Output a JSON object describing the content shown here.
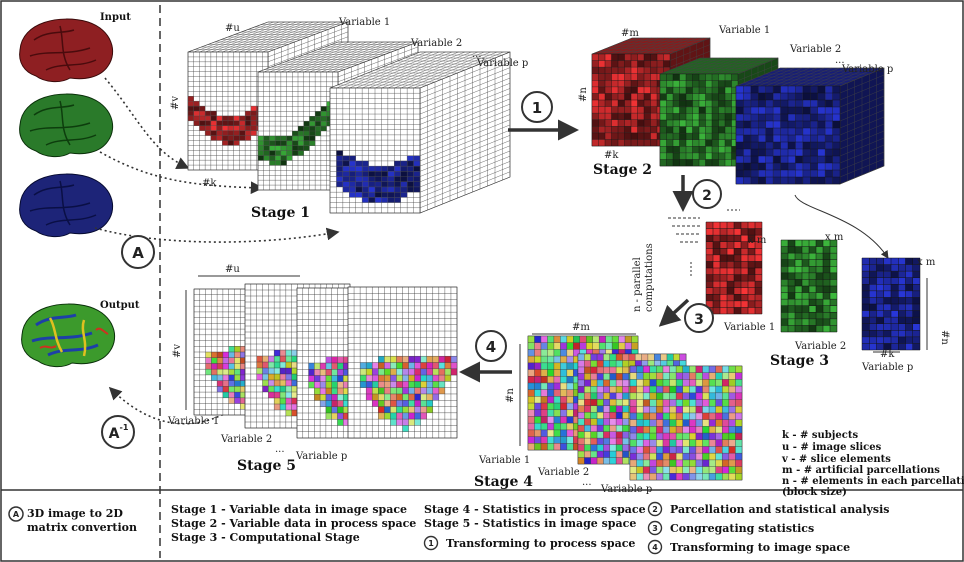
{
  "labels": {
    "input": "Input",
    "output": "Output",
    "u": "#u",
    "v": "#v",
    "k": "#k",
    "m": "#m",
    "n": "#n",
    "xm": "x m",
    "var1": "Variable 1",
    "var2": "Variable 2",
    "varp": "Variable p",
    "dots": "...",
    "parallel1": "n - parallel",
    "parallel2": "computations"
  },
  "stages": {
    "s1": "Stage 1",
    "s2": "Stage 2",
    "s3": "Stage 3",
    "s4": "Stage 4",
    "s5": "Stage 5"
  },
  "steps": {
    "one": "1",
    "two": "2",
    "three": "3",
    "four": "4",
    "a": "A",
    "ainv_main": "A",
    "ainv_sup": "-1"
  },
  "legend": {
    "k": "k - # subjects",
    "u": "u - # image slices",
    "v": "v - # slice elements",
    "m": "m - # artificial parcellations",
    "n": "n - # elements in each parcellation",
    "block": "(block size)"
  },
  "footer": {
    "a_text_1": "3D image to 2D",
    "a_text_2": "matrix convertion",
    "stage1": "Stage 1 - Variable data in image space",
    "stage2": "Stage 2 - Variable data in process space",
    "stage3": "Stage 3 - Computational Stage",
    "stage4": "Stage 4 - Statistics in process space",
    "stage5": "Stage 5 - Statistics in image space",
    "step1": "Transforming to process space",
    "step2": "Parcellation and statistical analysis",
    "step3": "Congregating statistics",
    "step4": "Transforming to image space"
  },
  "colors": {
    "red": "#c0282a",
    "green": "#2f8f2f",
    "blue": "#1f2aa8",
    "text": "#111111"
  }
}
